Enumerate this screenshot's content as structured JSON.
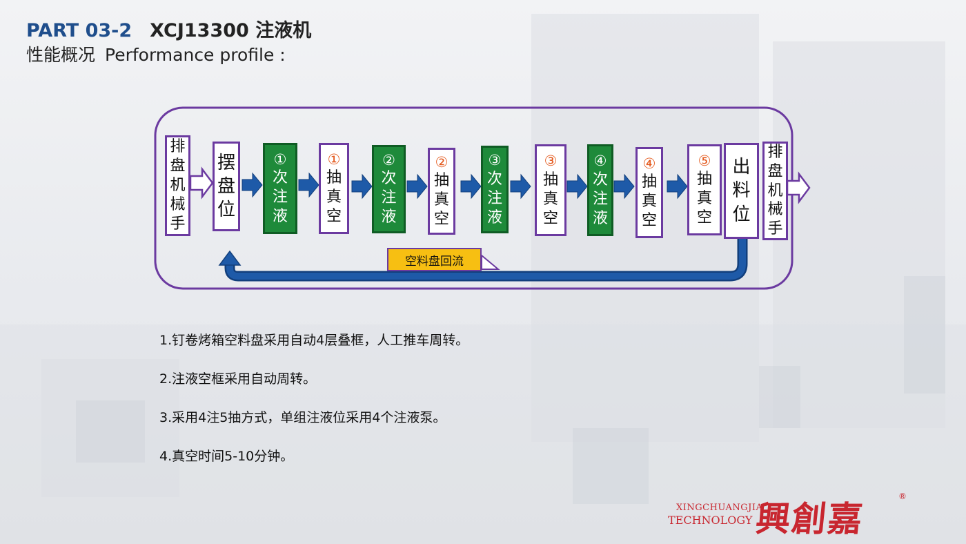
{
  "header": {
    "part": "PART 03-2",
    "model": "XCJ13300 注液机",
    "subtitle_cn": "性能概况",
    "subtitle_en": "Performance profile :"
  },
  "diagram": {
    "steps": [
      {
        "id": "s1",
        "lines": [
          "排",
          "盘",
          "机",
          "械",
          "手"
        ],
        "num": "",
        "style": "white"
      },
      {
        "id": "s2",
        "lines": [
          "摆",
          "盘",
          "位"
        ],
        "num": "",
        "style": "white-big"
      },
      {
        "id": "s3",
        "lines": [
          "次",
          "注",
          "液"
        ],
        "num": "①",
        "style": "green"
      },
      {
        "id": "s4",
        "lines": [
          "抽",
          "真",
          "空"
        ],
        "num": "①",
        "style": "white"
      },
      {
        "id": "s5",
        "lines": [
          "次",
          "注",
          "液"
        ],
        "num": "②",
        "style": "green"
      },
      {
        "id": "s6",
        "lines": [
          "抽",
          "真",
          "空"
        ],
        "num": "②",
        "style": "white"
      },
      {
        "id": "s7",
        "lines": [
          "次",
          "注",
          "液"
        ],
        "num": "③",
        "style": "green"
      },
      {
        "id": "s8",
        "lines": [
          "抽",
          "真",
          "空"
        ],
        "num": "③",
        "style": "white"
      },
      {
        "id": "s9",
        "lines": [
          "次",
          "注",
          "液"
        ],
        "num": "④",
        "style": "green"
      },
      {
        "id": "s10",
        "lines": [
          "抽",
          "真",
          "空"
        ],
        "num": "④",
        "style": "white"
      },
      {
        "id": "s11",
        "lines": [
          "抽",
          "真",
          "空"
        ],
        "num": "⑤",
        "style": "white"
      },
      {
        "id": "s12",
        "lines": [
          "出",
          "料",
          "位"
        ],
        "num": "",
        "style": "white-big"
      },
      {
        "id": "s13",
        "lines": [
          "排",
          "盘",
          "机",
          "械",
          "手"
        ],
        "num": "",
        "style": "white"
      }
    ],
    "return_label": "空料盘回流",
    "colors": {
      "frame": "#6b3aa0",
      "flow_arrow": "#1e5aa8",
      "inject_box": "#1e8a3a",
      "return_label_bg": "#f7bf12",
      "step_number": "#e45a1e"
    }
  },
  "notes": [
    "1.钉卷烤箱空料盘采用自动4层叠框，人工推车周转。",
    "2.注液空框采用自动周转。",
    "3.采用4注5抽方式，单组注液位采用4个注液泵。",
    "4.真空时间5-10分钟。"
  ],
  "logo": {
    "en_line1": "XINGCHUANGJIA",
    "en_line2": "TECHNOLOGY",
    "cn": "興創嘉",
    "reg": "®"
  }
}
